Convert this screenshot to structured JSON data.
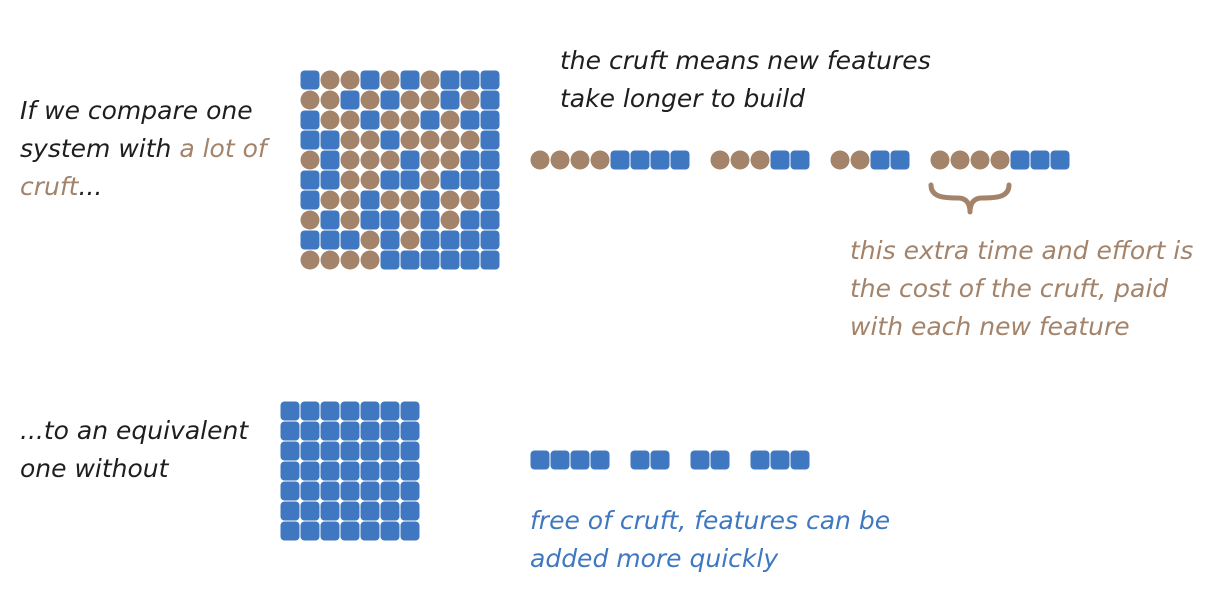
{
  "colors": {
    "cruft": "#a3836a",
    "clean": "#3f78c0",
    "text": "#1e1e1e"
  },
  "top": {
    "intro_a": "If we compare one",
    "intro_b": "system with ",
    "intro_highlight_a": "a lot of",
    "intro_highlight_b": "cruft",
    "intro_tail": "...",
    "note_line1": "the cruft means new features",
    "note_line2": "take longer to build",
    "cost_line1": "this extra time and effort is",
    "cost_line2": "the cost of the cruft, paid",
    "cost_line3": "with each new feature",
    "grid_pattern": [
      "BCCBCBCBBB",
      "CCBCBCCBCB",
      "BCCBCCBCBB",
      "BBCCBCCCCB",
      "CBCCCBCCBB",
      "BBCCBBCBBB",
      "BCCBCCBCCB",
      "CBCBBCBCBB",
      "BBBCBCBBBB",
      "CCCCBBBBBB"
    ],
    "features": [
      {
        "cruft": 4,
        "clean": 4
      },
      {
        "cruft": 3,
        "clean": 2
      },
      {
        "cruft": 2,
        "clean": 2
      },
      {
        "cruft": 4,
        "clean": 3
      }
    ]
  },
  "bottom": {
    "intro_line1": "...to an equivalent",
    "intro_line2": "one without",
    "note_line1": "free of cruft, features can be",
    "note_line2": "added more quickly",
    "grid_rows": 7,
    "grid_cols": 7,
    "features": [
      4,
      2,
      2,
      3
    ]
  }
}
